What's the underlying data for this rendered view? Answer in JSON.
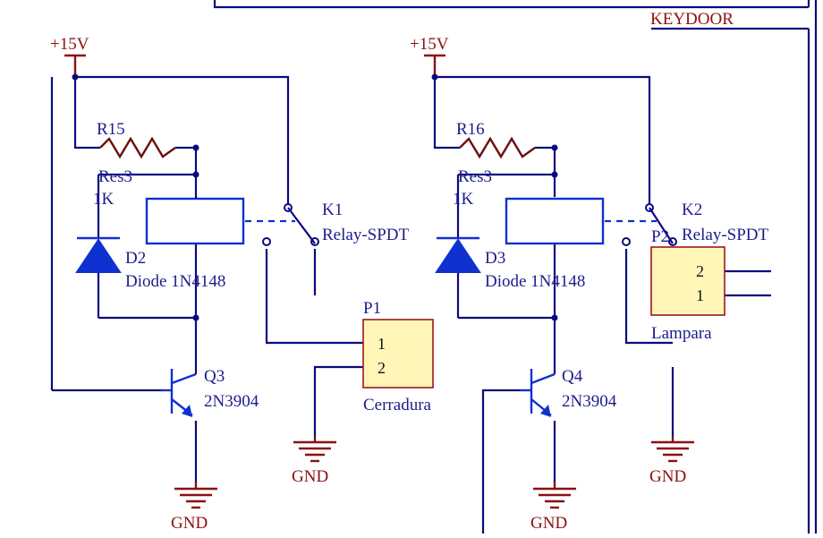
{
  "net_label": "KEYDOOR",
  "power_label": "+15V",
  "ground_label": "GND",
  "left": {
    "resistor_ref": "R15",
    "resistor_value": "Res3",
    "resistor_extra": "1K",
    "diode_ref": "D2",
    "diode_value": "Diode 1N4148",
    "relay_ref": "K1",
    "relay_value": "Relay-SPDT",
    "transistor_ref": "Q3",
    "transistor_value": "2N3904",
    "connector_ref": "P1",
    "connector_value": "Cerradura",
    "pins": [
      "1",
      "2"
    ]
  },
  "right": {
    "resistor_ref": "R16",
    "resistor_value": "Res3",
    "resistor_extra": "1K",
    "diode_ref": "D3",
    "diode_value": "Diode 1N4148",
    "relay_ref": "K2",
    "relay_value": "Relay-SPDT",
    "transistor_ref": "Q4",
    "transistor_value": "2N3904",
    "connector_ref": "P2",
    "connector_value": "Lampara",
    "pins": [
      "2",
      "1"
    ]
  }
}
